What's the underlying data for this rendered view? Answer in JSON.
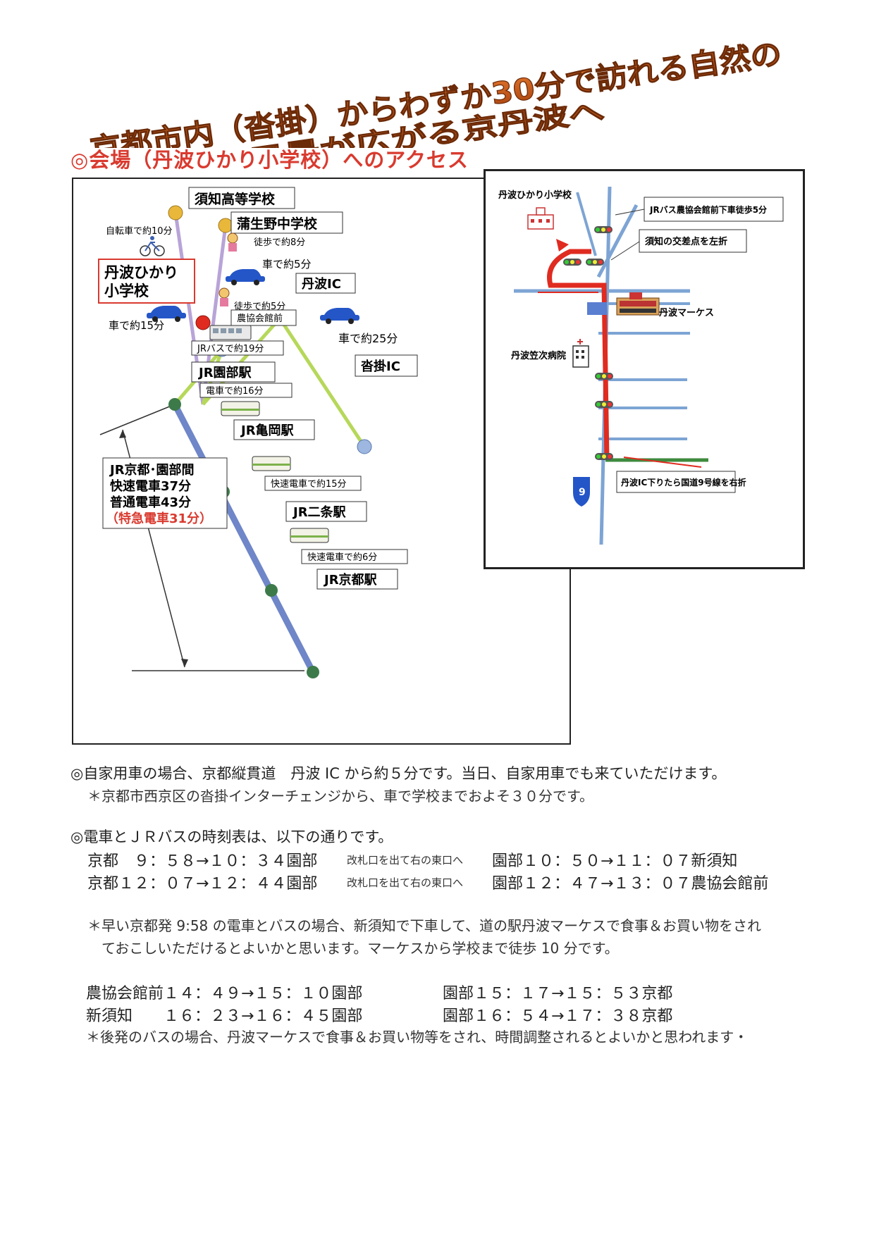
{
  "banner": {
    "line1": "京都市内（沓掛）からわずか30分で訪れる自然の",
    "line2": "原風景が広がる京丹波へ"
  },
  "heading": "◎会場（丹波ひかり小学校）へのアクセス",
  "route_map": {
    "suchi_high": "須知高等学校",
    "gamono_jhs": "蒲生野中学校",
    "bike": "自転車で約10分",
    "walk8": "徒歩で約8分",
    "car5": "車で約5分",
    "school1": "丹波ひかり",
    "school2": "小学校",
    "tamba_ic": "丹波IC",
    "walk5": "徒歩で約5分",
    "nokyo": "農協会館前",
    "car15": "車で約15分",
    "car25": "車で約25分",
    "jrbus19": "JRバスで約19分",
    "kutsukake_ic": "沓掛IC",
    "sonobe_st": "JR園部駅",
    "train16": "電車で約16分",
    "kameoka_st": "JR亀岡駅",
    "note1": "JR京都･園部間",
    "note2": "快速電車37分",
    "note3": "普通電車43分",
    "note4": "（特急電車31分）",
    "rapid15": "快速電車で約15分",
    "nijo_st": "JR二条駅",
    "rapid6": "快速電車で約6分",
    "kyoto_st": "JR京都駅"
  },
  "area_map": {
    "school": "丹波ひかり小学校",
    "bus_stop": "JRバス農協会館前下車徒歩5分",
    "suchi_cross": "須知の交差点を左折",
    "market": "丹波マーケス",
    "hospital": "丹波笠次病院",
    "route9_turn": "丹波IC下りたら国道9号線を右折",
    "route_sign": "9"
  },
  "car_line1": "◎自家用車の場合、京都縦貫道　丹波 IC から約５分です。当日、自家用車でも来ていただけます。",
  "car_line2": "＊京都市西京区の沓掛インターチェンジから、車で学校までおよそ３０分です。",
  "timetable_intro": "◎電車とＪＲバスの時刻表は、以下の通りです。",
  "tt1_a": "京都　９：５８→１０：３４園部",
  "tt1_b": "改札口を出て右の東口へ",
  "tt1_c": "園部１０：５０→１１：０７新須知",
  "tt2_a": "京都１２：０７→１２：４４園部",
  "tt2_b": "改札口を出て右の東口へ",
  "tt2_c": "園部１２：４７→１３：０７農協会館前",
  "early_note1": "＊早い京都発 9:58 の電車とバスの場合、新須知で下車して、道の駅丹波マーケスで食事＆お買い物をされ",
  "early_note2": "　ておこしいただけるとよいかと思います。マーケスから学校まで徒歩 10 分です。",
  "ret1_a": "農協会館前１４：４９→１５：１０園部",
  "ret1_b": "園部１５：１７→１５：５３京都",
  "ret2_a": "新須知　　１６：２３→１６：４５園部",
  "ret2_b": "園部１６：５４→１７：３８京都",
  "late_note": "＊後発のバスの場合、丹波マーケスで食事＆お買い物等をされ、時間調整されるとよいかと思われます・",
  "colors": {
    "heading": "#d93a2f",
    "banner": "#c4571c",
    "rail": "#6f86c8",
    "green_line": "#b6d85a",
    "route_red": "#e02b20"
  }
}
